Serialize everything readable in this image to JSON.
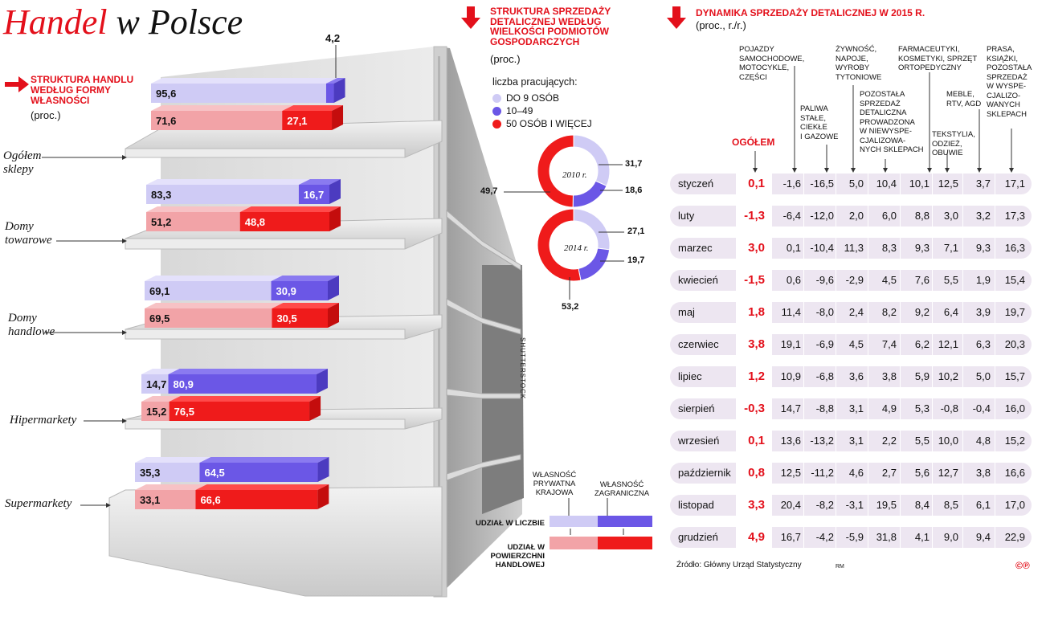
{
  "title": {
    "part1": "Handel",
    "part2": "w Polsce"
  },
  "left": {
    "heading": "STRUKTURA HANDLU WEDŁUG FORMY WŁASNOŚCI",
    "unit": "(proc.)",
    "top_note": "4,2",
    "legend": {
      "domestic": "WŁASNOŚĆ PRYWATNA KRAJOWA",
      "foreign": "WŁASNOŚĆ ZAGRANICZNA",
      "count": "UDZIAŁ W LICZBIE",
      "area": "UDZIAŁ W POWIERZCHNI HANDLOWEJ"
    },
    "credit": "SHUTTERSTOCK"
  },
  "middle": {
    "heading": "STRUKTURA SPRZEDAŻY DETALICZNEJ WEDŁUG WIELKOŚCI PODMIOTÓW GOSPODARCZYCH",
    "unit": "(proc.)",
    "legend_title": "liczba pracujących:",
    "legend": [
      "DO 9 OSÓB",
      "10–49",
      "50 OSÓB I WIĘCEJ"
    ],
    "donut_labels": {
      "y2010": {
        "small": "31,7",
        "mid": "18,6",
        "big": "49,7"
      },
      "y2014": {
        "small": "27,1",
        "mid": "19,7",
        "big": "53,2"
      }
    }
  },
  "right": {
    "heading": "DYNAMIKA SPRZEDAŻY DETALICZNEJ  W 2015 R.",
    "unit": "(proc., r./r.)",
    "total_label": "OGÓŁEM",
    "columns": [
      "POJAZDY\nSAMOCHODOWE,\nMOTOCYKLE,\nCZĘŚCI",
      "PALIWA\nSTAŁE,\nCIEKŁE\nI GAZOWE",
      "ŻYWNOŚĆ,\nNAPOJE,\nWYROBY\nTYTONIOWE",
      "POZOSTAŁA\nSPRZEDAŻ\nDETALICZNA\nPROWADZONA\nW NIEWYSPE-\nCJALIZOWA-\nNYCH SKLEPACH",
      "FARMACEUTYKI,\nKOSMETYKI, SPRZĘT\nORTOPEDYCZNY",
      "TEKSTYLIA,\nODZIEŻ,\nOBUWIE",
      "MEBLE,\nRTV, AGD",
      "PRASA,\nKSIĄŻKI,\nPOZOSTAŁA\nSPRZEDAŻ\nW WYSPE-\nCJALIZO-\nWANYCH\nSKLEPACH"
    ],
    "source": "Źródło: Główny Urząd Statystyczny",
    "initials": "RM",
    "logo": "©℗"
  },
  "chart_data": [
    {
      "type": "bar",
      "title": "STRUKTURA HANDLU WEDŁUG FORMY WŁASNOŚCI",
      "categories": [
        "Ogółem sklepy",
        "Domy towarowe",
        "Domy handlowe",
        "Hipermarkety",
        "Supermarkety"
      ],
      "series": [
        {
          "name": "UDZIAŁ W LICZBIE – WŁASNOŚĆ PRYWATNA KRAJOWA",
          "values": [
            95.6,
            83.3,
            69.1,
            14.7,
            35.3
          ],
          "labels": [
            "95,6",
            "83,3",
            "69,1",
            "14,7",
            "35,3"
          ],
          "color": "#cfcbf5"
        },
        {
          "name": "UDZIAŁ W LICZBIE – WŁASNOŚĆ ZAGRANICZNA",
          "values": [
            4.2,
            16.7,
            30.9,
            80.9,
            64.5
          ],
          "labels": [
            "",
            "16,7",
            "30,9",
            "80,9",
            "64,5"
          ],
          "color": "#6b57e6"
        },
        {
          "name": "UDZIAŁ W POWIERZCHNI HANDLOWEJ – WŁASNOŚĆ PRYWATNA KRAJOWA",
          "values": [
            71.6,
            51.2,
            69.5,
            15.2,
            33.1
          ],
          "labels": [
            "71,6",
            "51,2",
            "69,5",
            "15,2",
            "33,1"
          ],
          "color": "#f2a3a7"
        },
        {
          "name": "UDZIAŁ W POWIERZCHNI HANDLOWEJ – WŁASNOŚĆ ZAGRANICZNA",
          "values": [
            27.1,
            48.8,
            30.5,
            76.5,
            66.6
          ],
          "labels": [
            "27,1",
            "48,8",
            "30,5",
            "76,5",
            "66,6"
          ],
          "color": "#ef1b1b"
        }
      ]
    },
    {
      "type": "pie",
      "title": "2010 r.",
      "categories": [
        "DO 9 OSÓB",
        "10–49",
        "50 OSÓB I WIĘCEJ"
      ],
      "values": [
        31.7,
        18.6,
        49.7
      ],
      "colors": [
        "#cfcbf5",
        "#6b57e6",
        "#ef1b1b"
      ]
    },
    {
      "type": "pie",
      "title": "2014 r.",
      "categories": [
        "DO 9 OSÓB",
        "10–49",
        "50 OSÓB I WIĘCEJ"
      ],
      "values": [
        27.1,
        19.7,
        53.2
      ],
      "colors": [
        "#cfcbf5",
        "#6b57e6",
        "#ef1b1b"
      ]
    },
    {
      "type": "table",
      "title": "DYNAMIKA SPRZEDAŻY DETALICZNEJ  W 2015 R.",
      "rows": [
        {
          "month": "styczeń",
          "total": "0,1",
          "values": [
            "-1,6",
            "-16,5",
            "5,0",
            "10,4",
            "10,1",
            "12,5",
            "3,7",
            "17,1"
          ]
        },
        {
          "month": "luty",
          "total": "-1,3",
          "values": [
            "-6,4",
            "-12,0",
            "2,0",
            "6,0",
            "8,8",
            "3,0",
            "3,2",
            "17,3"
          ]
        },
        {
          "month": "marzec",
          "total": "3,0",
          "values": [
            "0,1",
            "-10,4",
            "11,3",
            "8,3",
            "9,3",
            "7,1",
            "9,3",
            "16,3"
          ]
        },
        {
          "month": "kwiecień",
          "total": "-1,5",
          "values": [
            "0,6",
            "-9,6",
            "-2,9",
            "4,5",
            "7,6",
            "5,5",
            "1,9",
            "15,4"
          ]
        },
        {
          "month": "maj",
          "total": "1,8",
          "values": [
            "11,4",
            "-8,0",
            "2,4",
            "8,2",
            "9,2",
            "6,4",
            "3,9",
            "19,7"
          ]
        },
        {
          "month": "czerwiec",
          "total": "3,8",
          "values": [
            "19,1",
            "-6,9",
            "4,5",
            "7,4",
            "6,2",
            "12,1",
            "6,3",
            "20,3"
          ]
        },
        {
          "month": "lipiec",
          "total": "1,2",
          "values": [
            "10,9",
            "-6,8",
            "3,6",
            "3,8",
            "5,9",
            "10,2",
            "5,0",
            "15,7"
          ]
        },
        {
          "month": "sierpień",
          "total": "-0,3",
          "values": [
            "14,7",
            "-8,8",
            "3,1",
            "4,9",
            "5,3",
            "-0,8",
            "-0,4",
            "16,0"
          ]
        },
        {
          "month": "wrzesień",
          "total": "0,1",
          "values": [
            "13,6",
            "-13,2",
            "3,1",
            "2,2",
            "5,5",
            "10,0",
            "4,8",
            "15,2"
          ]
        },
        {
          "month": "październik",
          "total": "0,8",
          "values": [
            "12,5",
            "-11,2",
            "4,6",
            "2,7",
            "5,6",
            "12,7",
            "3,8",
            "16,6"
          ]
        },
        {
          "month": "listopad",
          "total": "3,3",
          "values": [
            "20,4",
            "-8,2",
            "-3,1",
            "19,5",
            "8,4",
            "8,5",
            "6,1",
            "17,0"
          ]
        },
        {
          "month": "grudzień",
          "total": "4,9",
          "values": [
            "16,7",
            "-4,2",
            "-5,9",
            "31,8",
            "4,1",
            "9,0",
            "9,4",
            "22,9"
          ]
        }
      ]
    }
  ]
}
